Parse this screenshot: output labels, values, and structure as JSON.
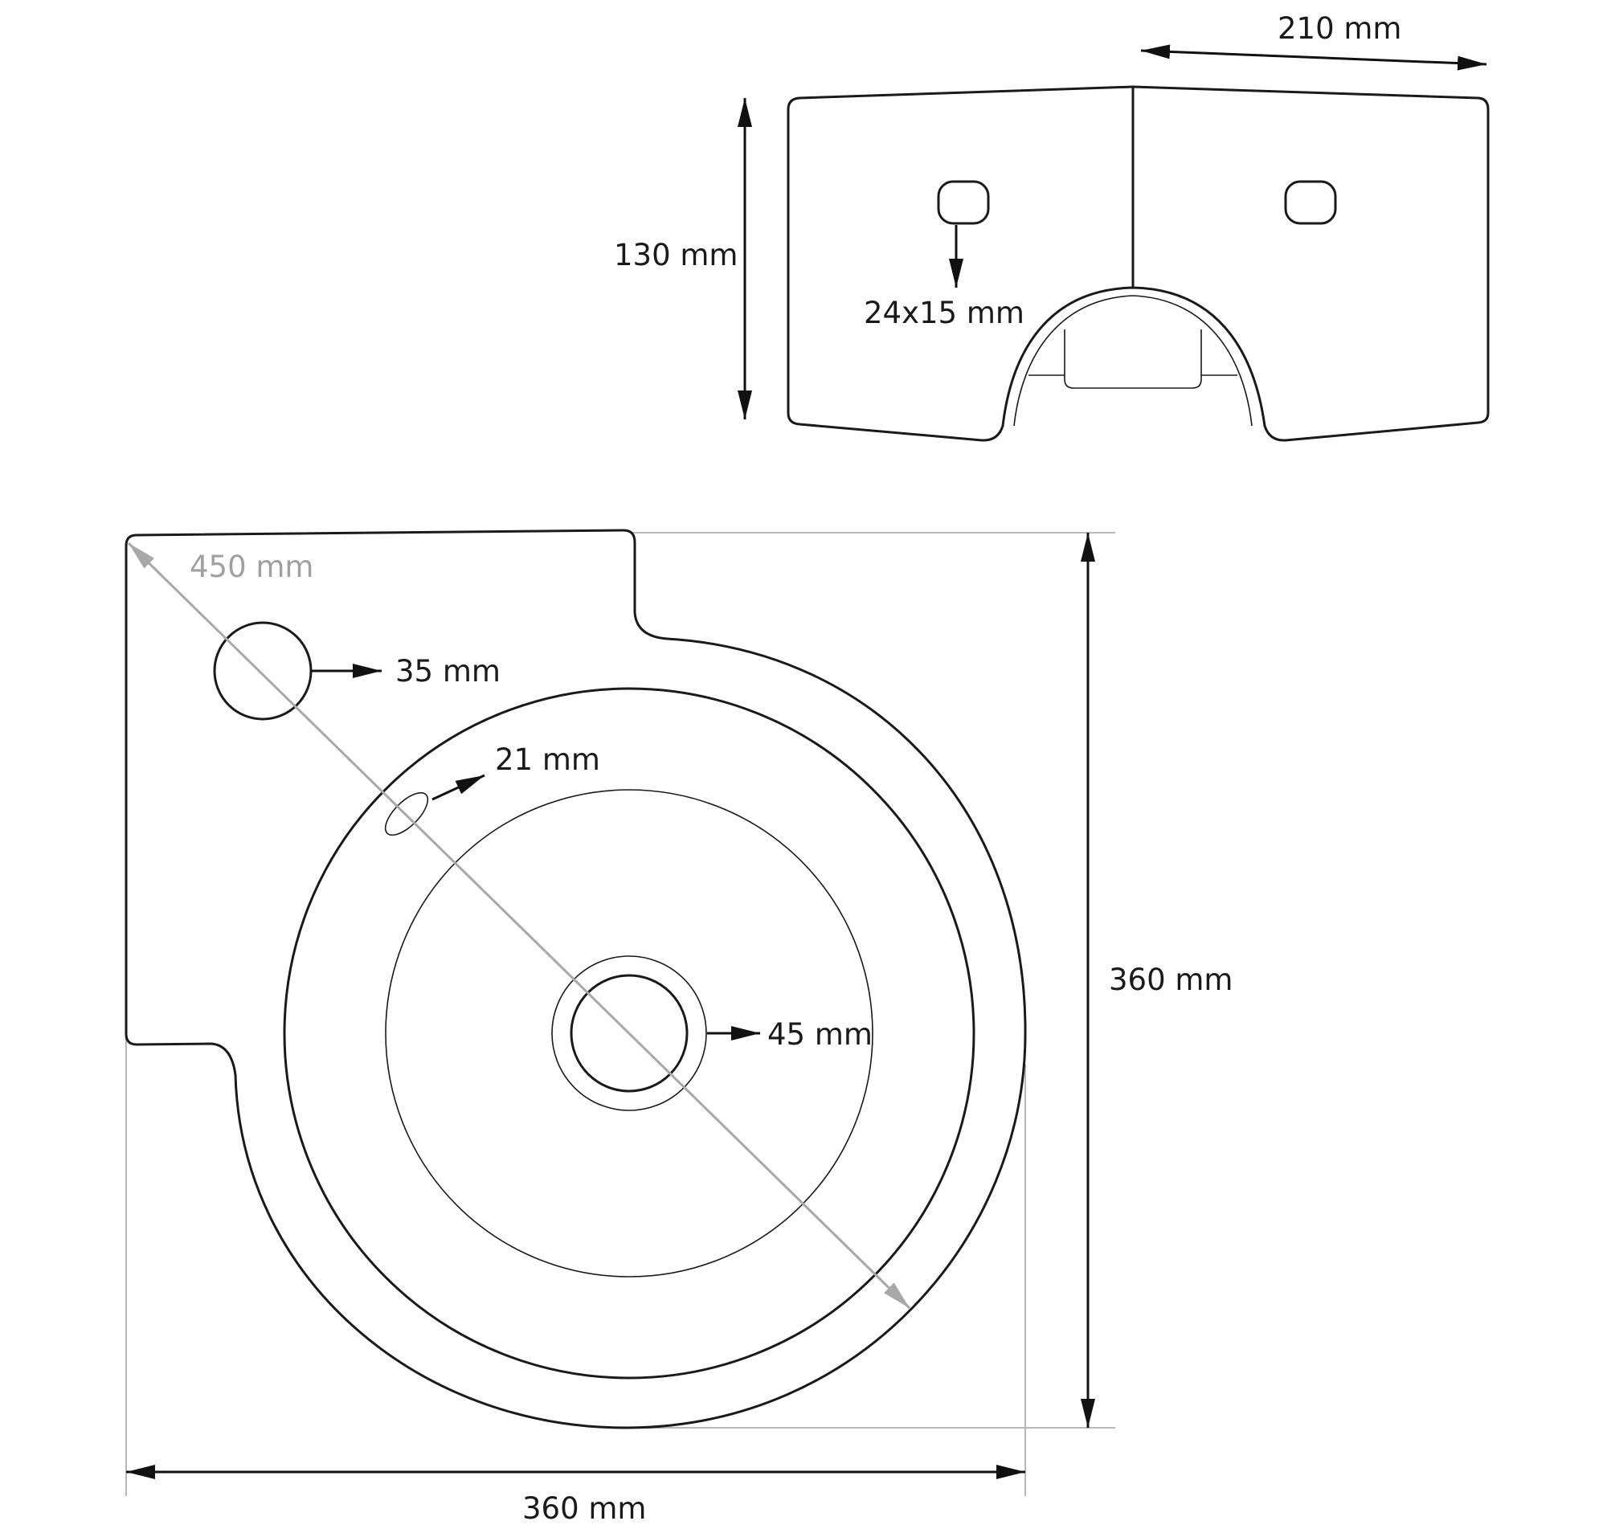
{
  "side_view": {
    "width_label": "210 mm",
    "height_label": "130 mm",
    "slot_label": "24x15 mm"
  },
  "top_view": {
    "diagonal_label": "450 mm",
    "tap_hole_label": "35 mm",
    "overflow_label": "21 mm",
    "drain_label": "45 mm",
    "height_label": "360 mm",
    "width_label": "360 mm"
  },
  "colors": {
    "line": "#1a1a1a",
    "guide": "#b8b8b8",
    "gray_dimension": "#a0a0a0"
  }
}
